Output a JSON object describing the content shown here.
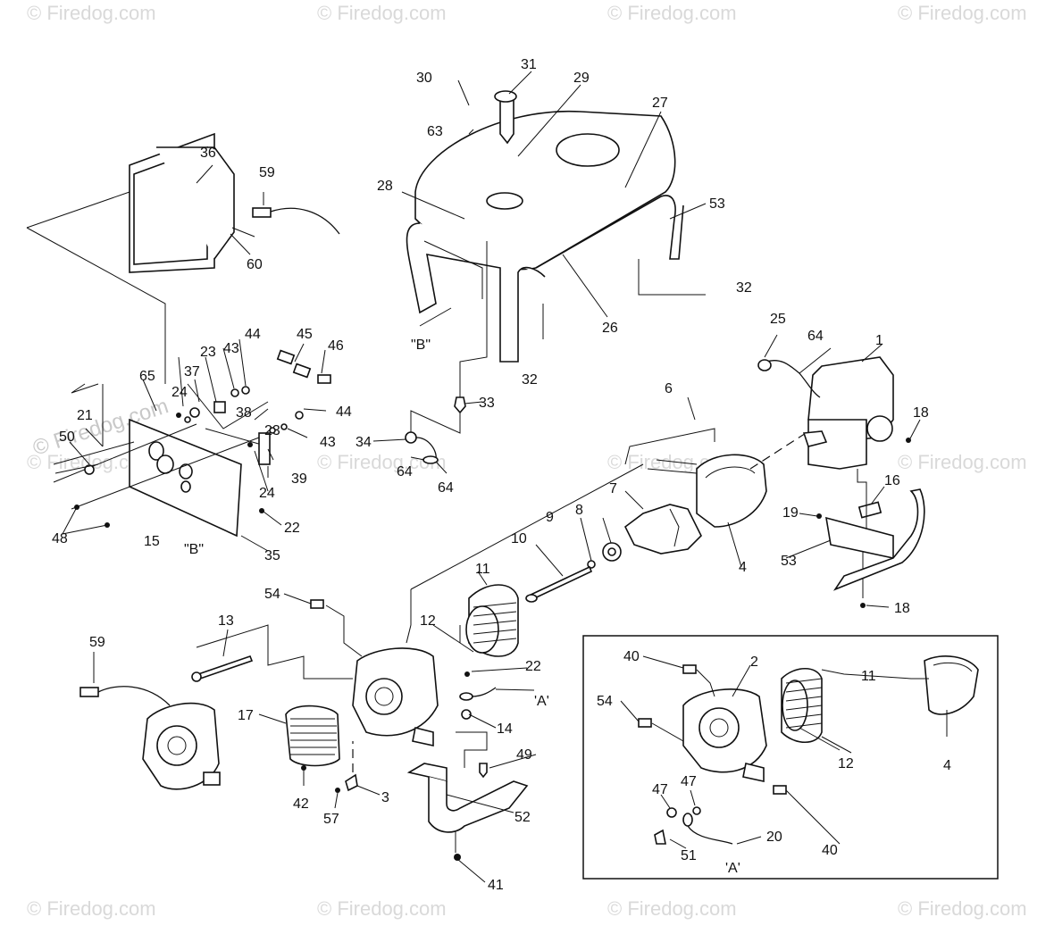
{
  "watermarks": {
    "top": [
      "© Firedog.com",
      "© Firedog.com",
      "© Firedog.com",
      "© Firedog.com"
    ],
    "middle": [
      "© Firedog.com",
      "© Firedog.com",
      "© Firedog.com",
      "© Firedog.com"
    ],
    "bottom": [
      "© Firedog.com",
      "© Firedog.com",
      "© Firedog.com",
      "© Firedog.com"
    ],
    "center": "© Firedog.com"
  },
  "callouts": [
    "1",
    "2",
    "3",
    "4",
    "4",
    "4",
    "6",
    "7",
    "8",
    "9",
    "10",
    "11",
    "11",
    "12",
    "12",
    "13",
    "14",
    "15",
    "16",
    "17",
    "18",
    "18",
    "19",
    "20",
    "21",
    "22",
    "22",
    "23",
    "23",
    "24",
    "24",
    "25",
    "26",
    "27",
    "28",
    "29",
    "30",
    "31",
    "32",
    "32",
    "33",
    "34",
    "35",
    "36",
    "37",
    "38",
    "39",
    "40",
    "40",
    "41",
    "42",
    "43",
    "43",
    "44",
    "44",
    "45",
    "46",
    "47",
    "47",
    "48",
    "49",
    "50",
    "51",
    "52",
    "53",
    "53",
    "54",
    "54",
    "57",
    "59",
    "59",
    "60",
    "63",
    "64",
    "64",
    "64",
    "65"
  ],
  "connectors": {
    "a1": "'A'",
    "a2": "'A'",
    "b1": "\"B\"",
    "b2": "\"B\""
  }
}
